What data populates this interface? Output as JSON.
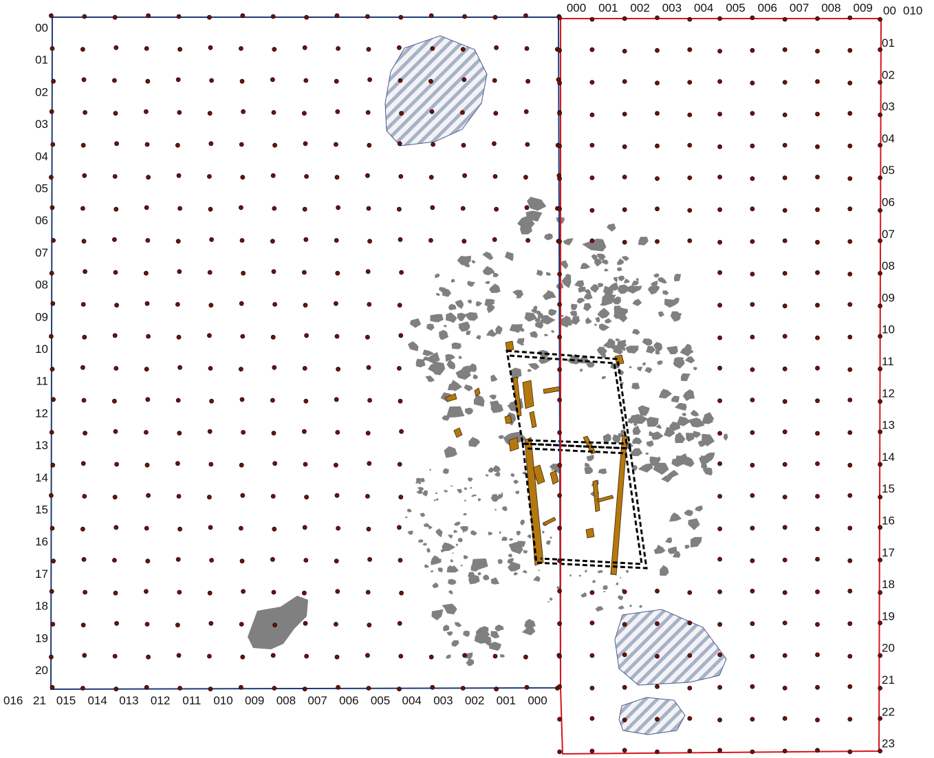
{
  "labels": {
    "left_rows": [
      "00",
      "01",
      "02",
      "03",
      "04",
      "05",
      "06",
      "07",
      "08",
      "09",
      "10",
      "11",
      "12",
      "13",
      "14",
      "15",
      "16",
      "17",
      "18",
      "19",
      "20"
    ],
    "left_bottom_extra": [
      "016",
      "21"
    ],
    "left_cols": [
      "015",
      "014",
      "013",
      "012",
      "011",
      "010",
      "009",
      "008",
      "007",
      "006",
      "005",
      "004",
      "003",
      "002",
      "001",
      "000"
    ],
    "right_cols": [
      "000",
      "001",
      "002",
      "003",
      "004",
      "005",
      "006",
      "007",
      "008",
      "009"
    ],
    "right_top_extra": [
      "00",
      "010"
    ],
    "right_rows": [
      "01",
      "02",
      "03",
      "04",
      "05",
      "06",
      "07",
      "08",
      "09",
      "10",
      "11",
      "12",
      "13",
      "14",
      "15",
      "16",
      "17",
      "18",
      "19",
      "20",
      "21",
      "22",
      "23"
    ]
  },
  "colors": {
    "left_frame": "#1d3a78",
    "right_frame": "#d9141b",
    "grid_dot": "#7a0c06",
    "stone": "#808080",
    "wood": "#b5780f",
    "hatch_stroke": "#4a5a8a",
    "hatch_line": "#a9b1c6"
  }
}
